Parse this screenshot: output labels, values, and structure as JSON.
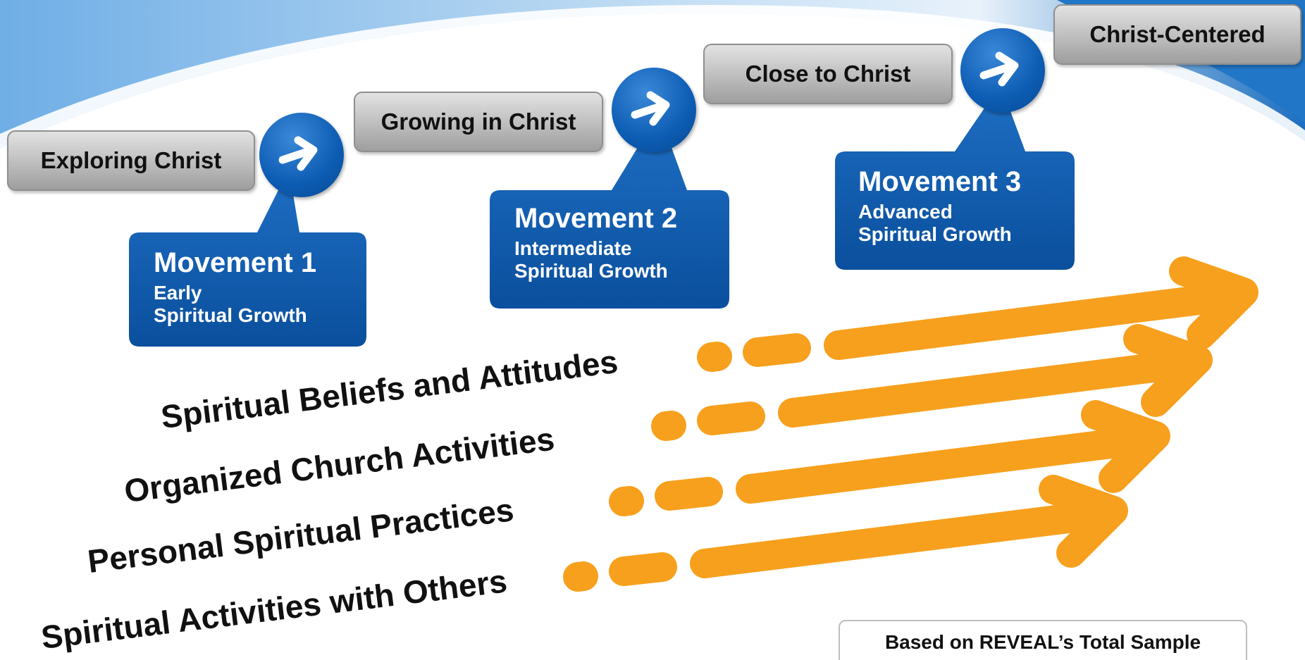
{
  "stages": [
    {
      "id": "exploring",
      "label": "Exploring Christ"
    },
    {
      "id": "growing",
      "label": "Growing in Christ"
    },
    {
      "id": "close",
      "label": "Close to Christ"
    },
    {
      "id": "centered",
      "label": "Christ-Centered"
    }
  ],
  "movements": [
    {
      "title": "Movement 1",
      "line1": "Early",
      "line2": "Spiritual Growth"
    },
    {
      "title": "Movement 2",
      "line1": "Intermediate",
      "line2": "Spiritual Growth"
    },
    {
      "title": "Movement 3",
      "line1": "Advanced",
      "line2": "Spiritual Growth"
    }
  ],
  "dimensions": [
    {
      "label": "Spiritual Beliefs and Attitudes"
    },
    {
      "label": "Organized Church Activities"
    },
    {
      "label": "Personal Spiritual Practices"
    },
    {
      "label": "Spiritual Activities with Others"
    }
  ],
  "footnote": "Based on REVEAL’s Total Sample",
  "colors": {
    "movement_blue": "#0c5cb3",
    "arrow_orange": "#f7a01d",
    "stage_gray": "#bdbdbd",
    "wave_blue": "#1d6fc0"
  },
  "icons": {
    "transition": "arrow-right-icon"
  }
}
